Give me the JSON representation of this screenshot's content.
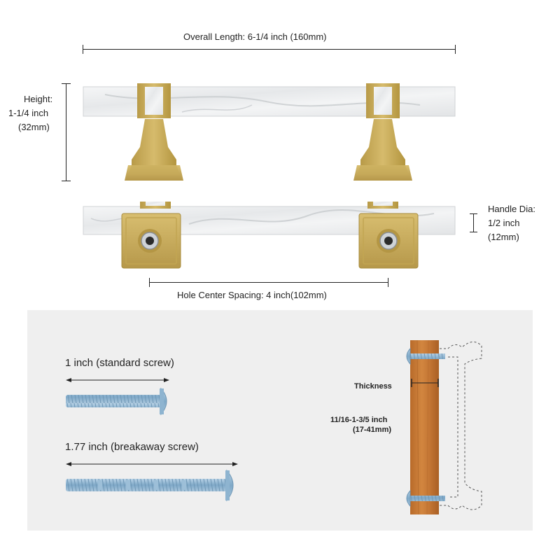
{
  "labels": {
    "overall_length": "Overall Length: 6-1/4 inch (160mm)",
    "height_line1": "Height:",
    "height_line2": "1-1/4 inch",
    "height_line3": "(32mm)",
    "handle_dia_line1": "Handle Dia:",
    "handle_dia_line2": "1/2 inch",
    "handle_dia_line3": "(12mm)",
    "hole_spacing": "Hole Center Spacing: 4 inch(102mm)",
    "standard_screw": "1 inch (standard screw)",
    "breakaway_screw": "1.77 inch (breakaway screw)",
    "thickness": "Thickness",
    "thickness_range_line1": "11/16-1-3/5 inch",
    "thickness_range_line2": "(17-41mm)"
  },
  "colors": {
    "brass": "#c9ac5c",
    "brass_dark": "#a88c3e",
    "marble": "#eceef0",
    "panel": "#efefef",
    "wood": "#c97a3a",
    "screw": "#8fb7d6"
  }
}
